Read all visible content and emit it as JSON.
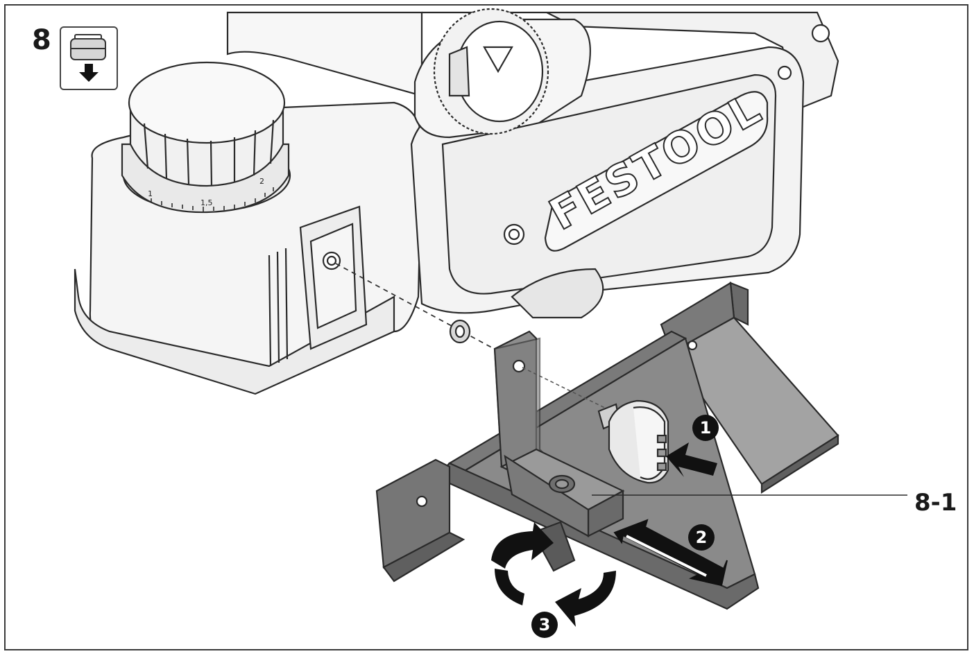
{
  "figure": {
    "number": "8",
    "callout_label": "8-1",
    "brand_mark": "FESTOOL",
    "dial_scale": {
      "tick_1": "1",
      "tick_15": "1,5",
      "tick_2": "2"
    },
    "steps": [
      "1",
      "2",
      "3"
    ]
  },
  "colors": {
    "line": "#2a2a2a",
    "body_light": "#f4f4f4",
    "body_mid": "#e2e2e2",
    "fence_dark": "#6a6a6a",
    "fence_mid": "#8a8a8a",
    "fence_light": "#a3a3a3",
    "arrow_black": "#111111"
  },
  "icons": {
    "remove_battery": "battery-down-icon",
    "push_arrow": "push-arrow-icon",
    "slide_arrows": "double-arrow-icon",
    "rotate_arrows": "rotate-icon"
  }
}
